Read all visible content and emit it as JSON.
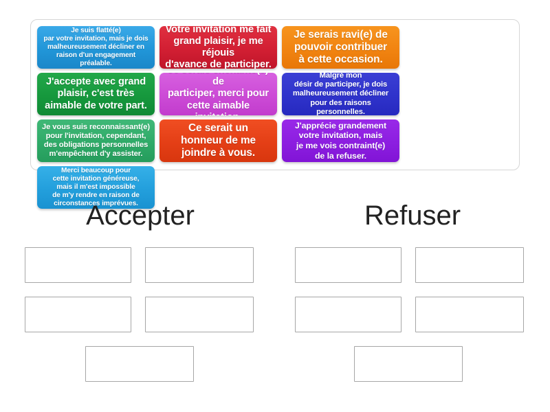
{
  "tray": {
    "name": "answer-tile-tray",
    "tiles": [
      {
        "id": "tile-1",
        "text": "Je suis flatté(e)\npar votre invitation, mais je dois\nmalheureusement décliner en\nraison d'un engagement préalable.",
        "color": "#2196d8",
        "color_name": "blue",
        "size": "fs-10"
      },
      {
        "id": "tile-2",
        "text": "Votre invitation me fait\ngrand plaisir, je me réjouis\nd'avance de participer.",
        "color": "#d21f33",
        "color_name": "red",
        "size": "fs-14"
      },
      {
        "id": "tile-3",
        "text": "Je serais ravi(e) de\npouvoir contribuer\nà cette occasion.",
        "color": "#f18411",
        "color_name": "orange",
        "size": "fs-15"
      },
      {
        "id": "tile-4",
        "text": "J'accepte avec grand\nplaisir, c'est très\naimable de votre part.",
        "color": "#16983d",
        "color_name": "green",
        "size": "fs-14"
      },
      {
        "id": "tile-5",
        "text": "Je serais enchanté(e) de\nparticiper, merci pour\ncette aimable invitation.",
        "color": "#cc4bd6",
        "color_name": "orchid",
        "size": "fs-14"
      },
      {
        "id": "tile-6",
        "text": "Malgré mon\ndésir de participer, je dois\nmalheureusement décliner\npour des raisons personnelles.",
        "color": "#2f33cb",
        "color_name": "indigo",
        "size": "fs-11"
      },
      {
        "id": "tile-7",
        "text": "Je vous suis reconnaissant(e)\npour l'invitation, cependant,\ndes obligations personnelles\nm'empêchent d'y assister.",
        "color": "#2faa68",
        "color_name": "seagreen",
        "size": "fs-11"
      },
      {
        "id": "tile-8",
        "text": "Ce serait un\nhonneur de me\njoindre à vous.",
        "color": "#e43f16",
        "color_name": "orangered",
        "size": "fs-15"
      },
      {
        "id": "tile-9",
        "text": "J'apprécie grandement\nvotre invitation, mais\nje me vois contraint(e)\nde la refuser.",
        "color": "#8c1ee0",
        "color_name": "violet",
        "size": "fs-12"
      },
      {
        "id": "tile-10",
        "text": "Merci beaucoup pour\ncette invitation généreuse,\nmais il m'est impossible\nde m'y rendre en raison de\ncirconstances imprévues.",
        "color": "#239fdc",
        "color_name": "skyblue",
        "size": "fs-10"
      }
    ]
  },
  "categories": [
    {
      "id": "accepter",
      "heading": "Accepter",
      "slot_count": 5
    },
    {
      "id": "refuser",
      "heading": "Refuser",
      "slot_count": 5
    }
  ],
  "colors": {
    "page_background": "#ffffff",
    "tray_border": "#d6d6d6",
    "dropzone_border": "#a6a6a6",
    "heading_text": "#222222",
    "tile_text": "#ffffff"
  }
}
